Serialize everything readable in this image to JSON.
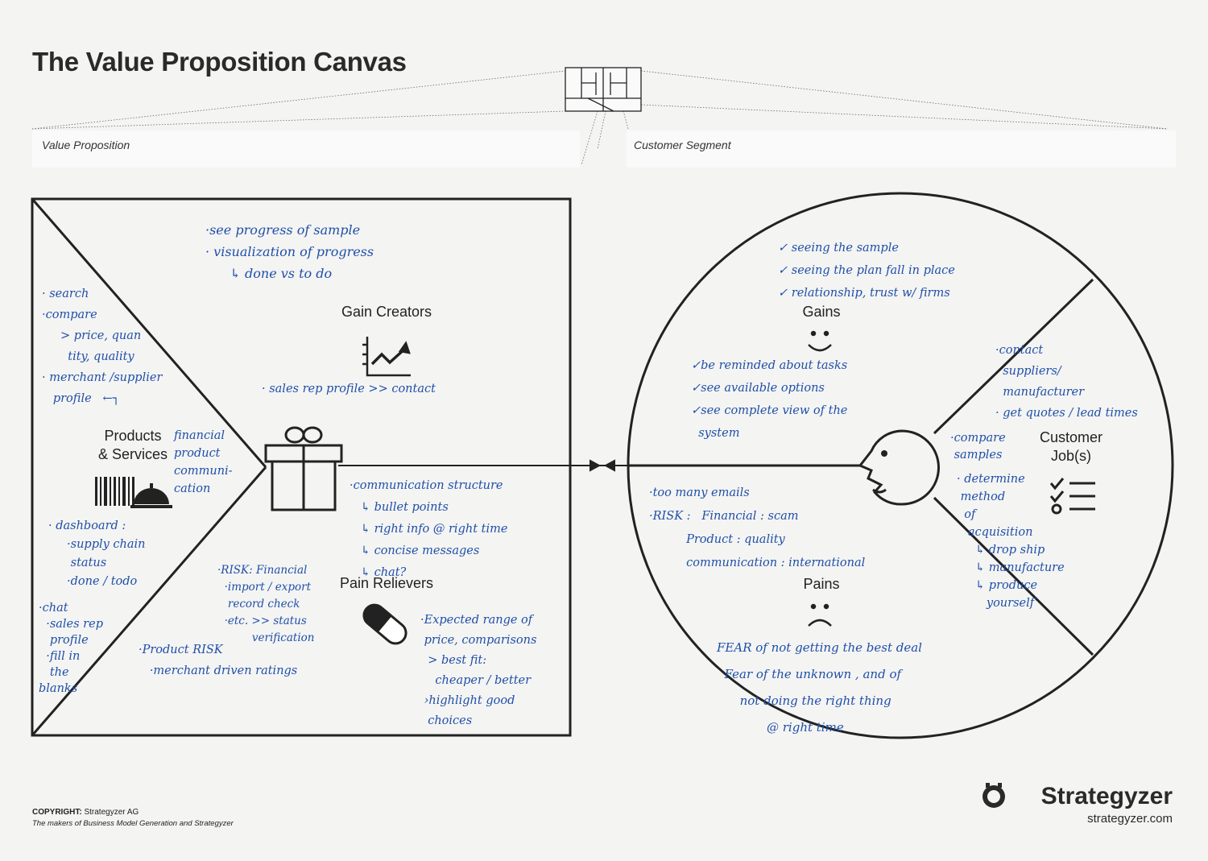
{
  "title": "The Value Proposition Canvas",
  "bands": {
    "left": "Value Proposition",
    "right": "Customer Segment"
  },
  "sections": {
    "gain_creators": "Gain Creators",
    "products": "Products\n& Services",
    "pain_relievers": "Pain Relievers",
    "gains": "Gains",
    "customer_jobs": "Customer\nJob(s)",
    "pains": "Pains"
  },
  "notes": {
    "gain_creators_top": "·see progress of sample\n· visualization of progress\n      ↳ done vs to do",
    "gain_creators_mid": "· sales rep profile >> contact",
    "products_list": "· search\n·compare\n     > price, quan\n       tity, quality\n· merchant /supplier\n   profile   ←┐",
    "products_side": "financial\nproduct\ncommuni-\ncation",
    "products_bottom": "· dashboard :\n     ·supply chain\n      status\n     ·done / todo",
    "products_chat": "·chat\n  ·sales rep\n   profile\n  ·fill in\n   the\nblanks",
    "pain_relievers_top": "·communication structure\n   ↳ bullet points\n   ↳ right info @ right time\n   ↳ concise messages\n   ↳ chat?",
    "pain_relievers_risk": "·RISK: Financial\n  ·import / export\n   record check\n  ·etc. >> status\n          verification",
    "pain_relievers_product": "·Product RISK\n   ·merchant driven ratings",
    "pain_relievers_expected": "·Expected range of\n price, comparisons\n  > best fit:\n    cheaper / better\n ›highlight good\n  choices",
    "gains_top": "✓ seeing the sample\n✓ seeing the plan fall in place\n✓ relationship, trust w/ firms",
    "gains_mid": "✓be reminded about tasks\n✓see available options\n✓see complete view of the\n  system",
    "jobs_top": "·contact\n  suppliers/\n  manufacturer\n· get quotes / lead times",
    "jobs_mid": "·compare\n samples",
    "jobs_bottom": "· determine\n method\n  of\n   acquisition\n     ↳ drop ship\n     ↳ manufacture\n     ↳ produce\n        yourself",
    "pains_top": "·too many emails\n·RISK :   Financial : scam\n          Product : quality\n          communication : international",
    "pains_bottom": "FEAR of not getting the best deal\n  Fear of the unknown , and of\n      not doing the right thing\n             @ right time"
  },
  "footer": {
    "copyright_label": "COPYRIGHT:",
    "copyright_owner": "Strategyzer AG",
    "tagline": "The makers of Business Model Generation and Strategyzer",
    "logo": "Strategyzer",
    "url": "strategyzer.com"
  }
}
